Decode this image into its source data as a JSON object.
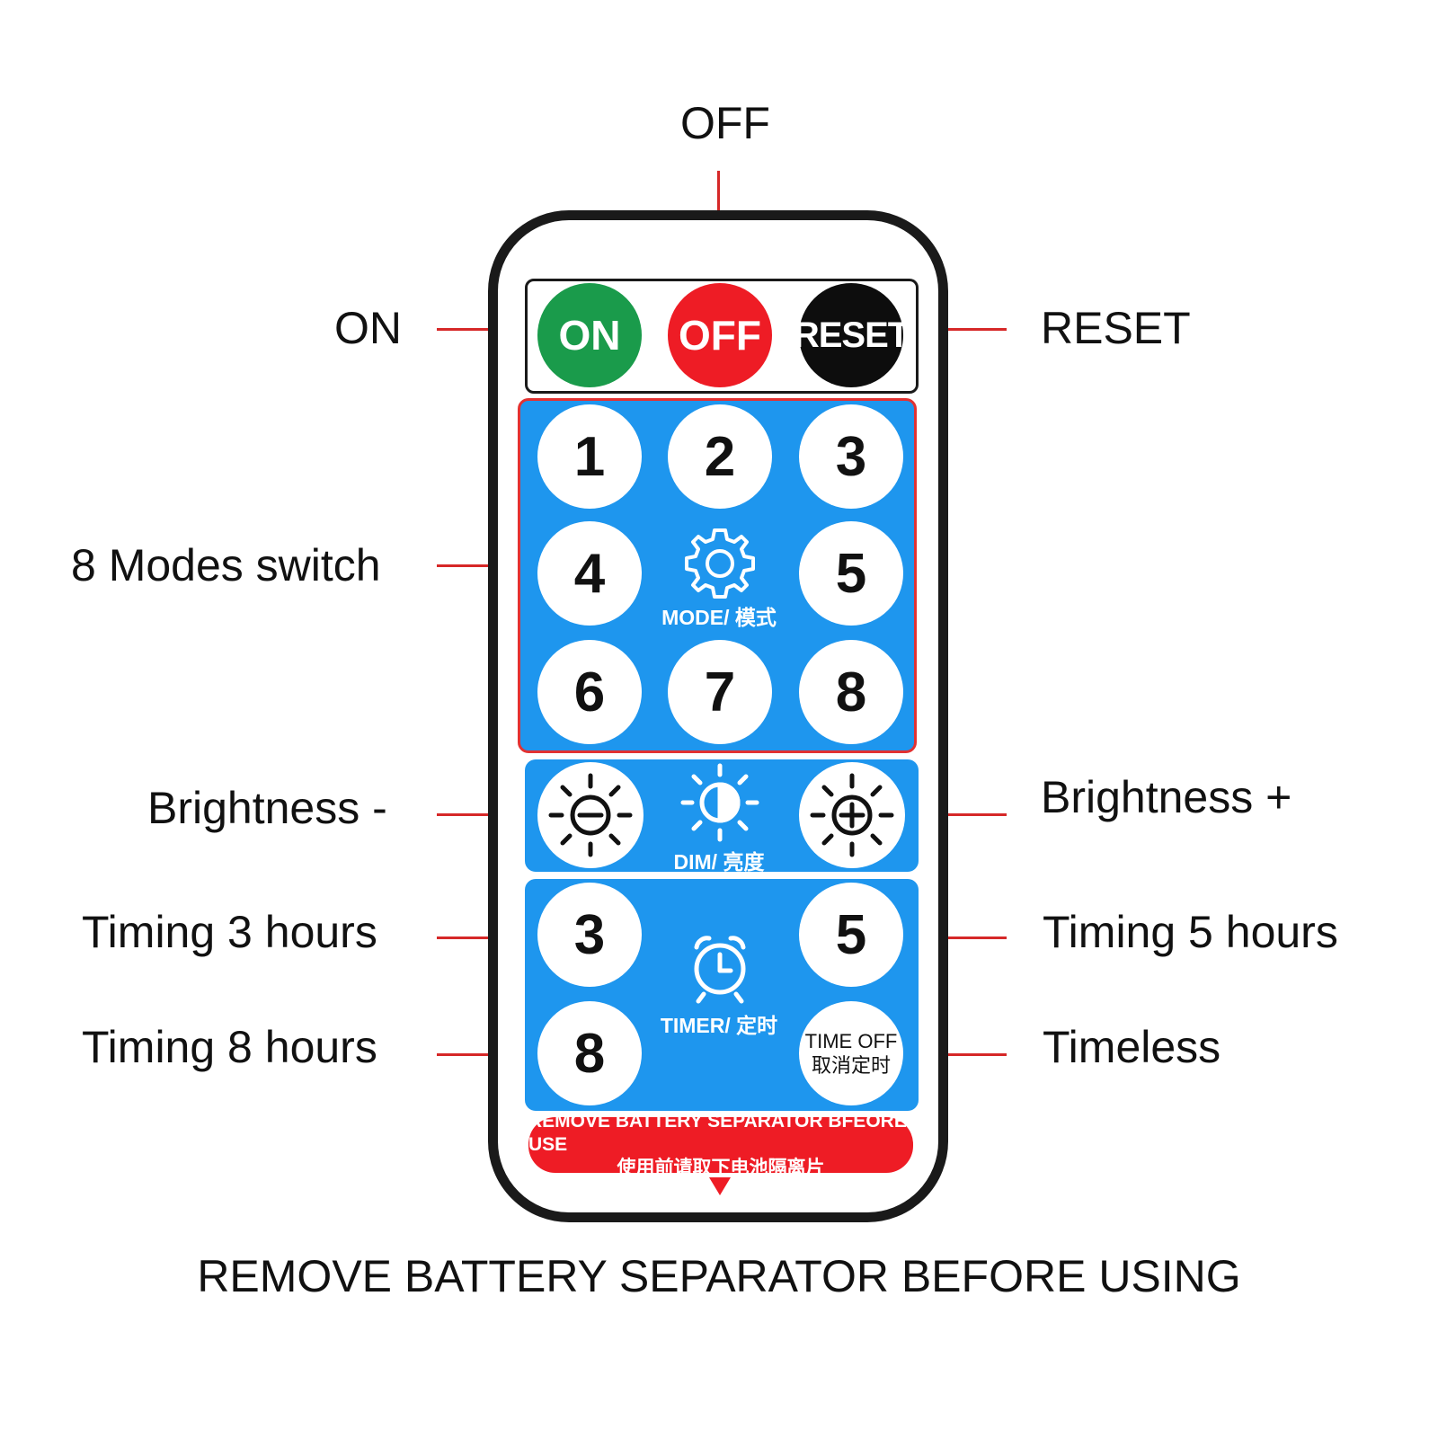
{
  "annotations": {
    "off": "OFF",
    "on": "ON",
    "reset": "RESET",
    "modes": "8 Modes switch",
    "brightness_minus": "Brightness -",
    "brightness_plus": "Brightness +",
    "timing3": "Timing 3 hours",
    "timing5": "Timing 5 hours",
    "timing8": "Timing 8 hours",
    "timeless": "Timeless"
  },
  "remote": {
    "top_buttons": {
      "on": "ON",
      "off": "OFF",
      "reset": "RESET"
    },
    "mode_buttons": [
      "1",
      "2",
      "3",
      "4",
      "5",
      "6",
      "7",
      "8"
    ],
    "mode_label": "MODE/ 模式",
    "dim_label": "DIM/ 亮度",
    "timer_buttons": {
      "t3": "3",
      "t5": "5",
      "t8": "8"
    },
    "time_off_en": "TIME OFF",
    "time_off_cn": "取消定时",
    "timer_label": "TIMER/ 定时",
    "separator_en": "REMOVE BATTERY SEPARATOR BFEORE USE",
    "separator_cn": "使用前请取下电池隔离片"
  },
  "footer_note": "REMOVE BATTERY SEPARATOR BEFORE USING",
  "colors": {
    "panel_blue": "#1e96ee",
    "on_green": "#1a9b4b",
    "off_red": "#ee1c25",
    "reset_black": "#0d0d0d",
    "leader_red": "#d62828"
  },
  "icons": [
    "gear-icon",
    "half-sun-icon",
    "sun-minus-icon",
    "sun-plus-icon",
    "alarm-clock-icon",
    "arrow-down-icon"
  ]
}
